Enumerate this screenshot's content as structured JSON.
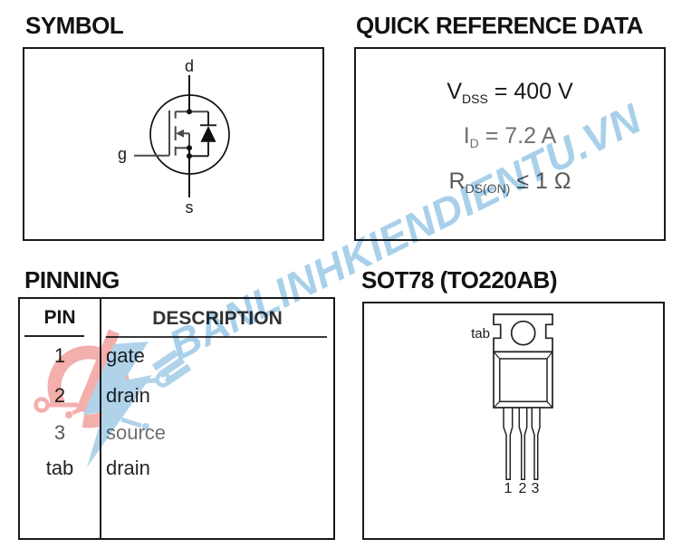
{
  "sections": {
    "symbol": {
      "heading": "SYMBOL",
      "terminals": {
        "drain": "d",
        "gate": "g",
        "source": "s"
      }
    },
    "qrd": {
      "heading": "QUICK REFERENCE DATA",
      "lines": [
        {
          "sym": "V",
          "sub": "DSS",
          "rest": " = 400 V"
        },
        {
          "sym": "I",
          "sub": "D",
          "rest": " = 7.2 A"
        },
        {
          "sym": "R",
          "sub": "DS(ON)",
          "rest": " ≤ 1 Ω"
        }
      ]
    },
    "pinning": {
      "heading": "PINNING",
      "columns": [
        "PIN",
        "DESCRIPTION"
      ],
      "rows": [
        {
          "pin": "1",
          "desc": "gate"
        },
        {
          "pin": "2",
          "desc": "drain"
        },
        {
          "pin": "3",
          "desc": "source"
        },
        {
          "pin": "tab",
          "desc": "drain"
        }
      ]
    },
    "package": {
      "heading": "SOT78 (TO220AB)",
      "tab_label": "tab",
      "pin_labels": [
        "1",
        "2",
        "3"
      ]
    }
  },
  "watermark": {
    "text": "BANLINHKIENDIENTU.VN",
    "blue": "#9fcbe8",
    "pink": "#f2a6a3"
  }
}
